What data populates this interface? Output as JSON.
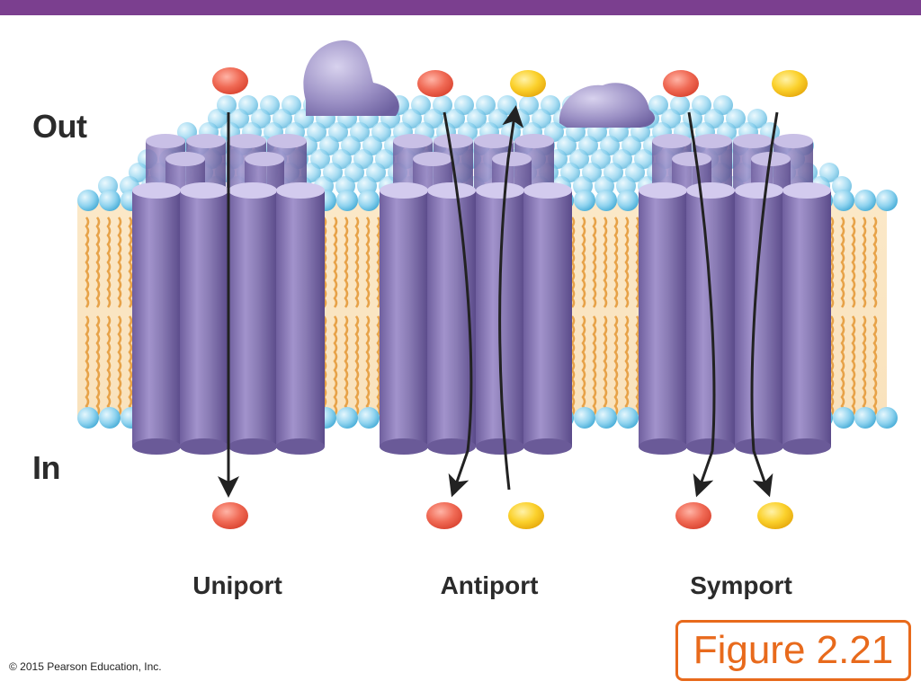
{
  "labels": {
    "out": "Out",
    "in": "In",
    "uniport": "Uniport",
    "antiport": "Antiport",
    "symport": "Symport"
  },
  "figure_label": "Figure 2.21",
  "copyright": "© 2015 Pearson Education, Inc.",
  "colors": {
    "header_bar": "#7b3f8f",
    "protein": "#8a7cb5",
    "phospholipid_head": "#8fd3ef",
    "lipid_tail": "#e7a248",
    "molecule_red": "#f06a55",
    "molecule_yellow": "#fbd12c",
    "figure_label": "#e86a1c"
  }
}
